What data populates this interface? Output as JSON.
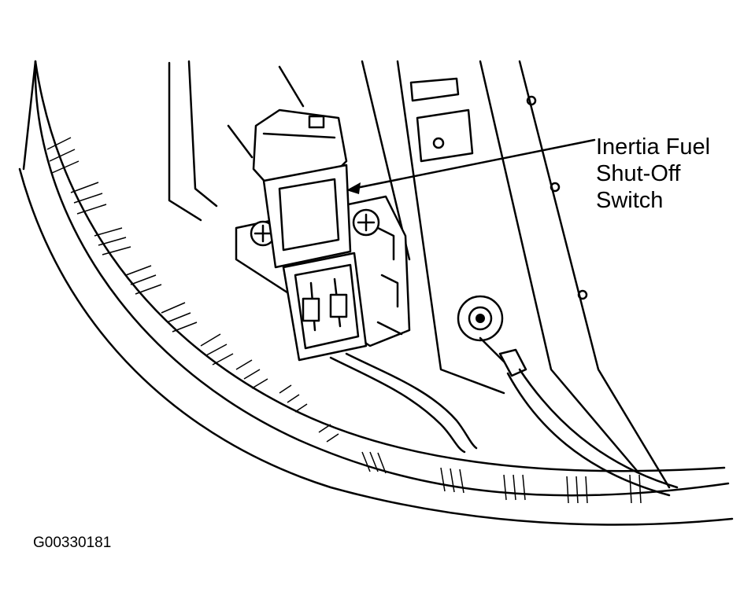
{
  "callout": {
    "lines": [
      "Inertia Fuel",
      "Shut-Off",
      "Switch"
    ]
  },
  "figure_id": "G00330181",
  "colors": {
    "ink": "#000000",
    "background": "#ffffff"
  }
}
